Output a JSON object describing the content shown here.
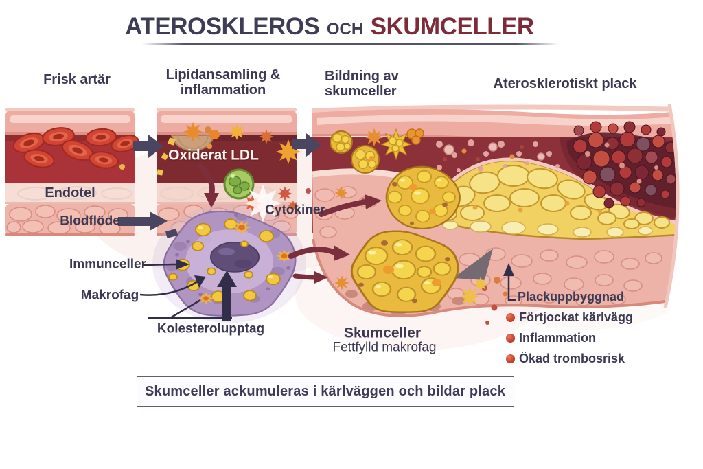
{
  "title": {
    "part_navy": "ATEROSKLEROS",
    "part_small": "och",
    "part_maroon": "SKUMCELLER"
  },
  "column_headers": [
    {
      "line1": "Frisk artär",
      "line2": ""
    },
    {
      "line1": "Lipidansamling &",
      "line2": "inflammation"
    },
    {
      "line1": "Bildning av",
      "line2": "skumceller"
    },
    {
      "line1": "Aterosklerotiskt plack",
      "line2": ""
    }
  ],
  "artery_labels": {
    "endotel": "Endotel",
    "oxiderat_ldl": "Oxiderat LDL"
  },
  "process_labels": {
    "blodflode": "Blodflöde",
    "immunceller": "Immunceller",
    "makrofag": "Makrofag",
    "kolesterolupptag": "Kolesterolupptag",
    "cytokiner": "Cytokiner"
  },
  "foam_cell_labels": {
    "title": "Skumceller",
    "subtitle": "Fettfylld makrofag"
  },
  "plaque_annotations": {
    "buildup": "Plackuppbyggnad",
    "risks": [
      "Förtjockat kärlvägg",
      "Inflammation",
      "Ökad trombosrisk"
    ]
  },
  "caption": "Skumceller ackumuleras i kärlväggen och bildar plack",
  "colors": {
    "title_navy": "#3e3c57",
    "title_maroon": "#7e2b39",
    "label_navy": "#3a3852",
    "arrow_slate": "#4a4560",
    "arrow_maroon": "#7b2f3c",
    "bullet_red": "#c8402e"
  }
}
